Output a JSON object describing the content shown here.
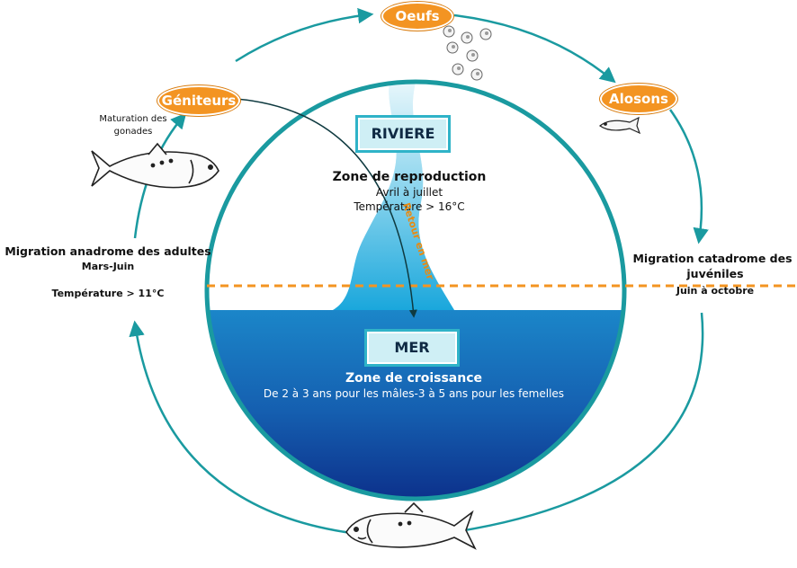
{
  "stages": {
    "oeufs": "Oeufs",
    "alosons": "Alosons",
    "geniteurs": "Géniteurs"
  },
  "zones": {
    "riviere": {
      "label": "RIVIERE",
      "title": "Zone de reproduction",
      "period": "Avril à juillet",
      "temperature": "Température > 16°C"
    },
    "mer": {
      "label": "MER",
      "title": "Zone de croissance",
      "detail": "De 2 à 3 ans pour les mâles-3 à 5 ans pour les femelles"
    }
  },
  "retour_en_mer": "Retour en mer",
  "maturation": [
    "Maturation des",
    "gonades"
  ],
  "migration_anadrome": {
    "title": "Migration anadrome des adultes",
    "period": "Mars-Juin",
    "temperature": "Température > 11°C"
  },
  "migration_catadrome": {
    "title_line1": "Migration catadrome des",
    "title_line2": "juvéniles",
    "period": "Juin à octobre"
  },
  "colors": {
    "cycle": "#1a9aa0",
    "badge": "#f39422",
    "river": "#3ab7df",
    "sea_top": "#1b86c9",
    "sea_bottom": "#0b2a86",
    "dashed_line": "#f39422"
  }
}
